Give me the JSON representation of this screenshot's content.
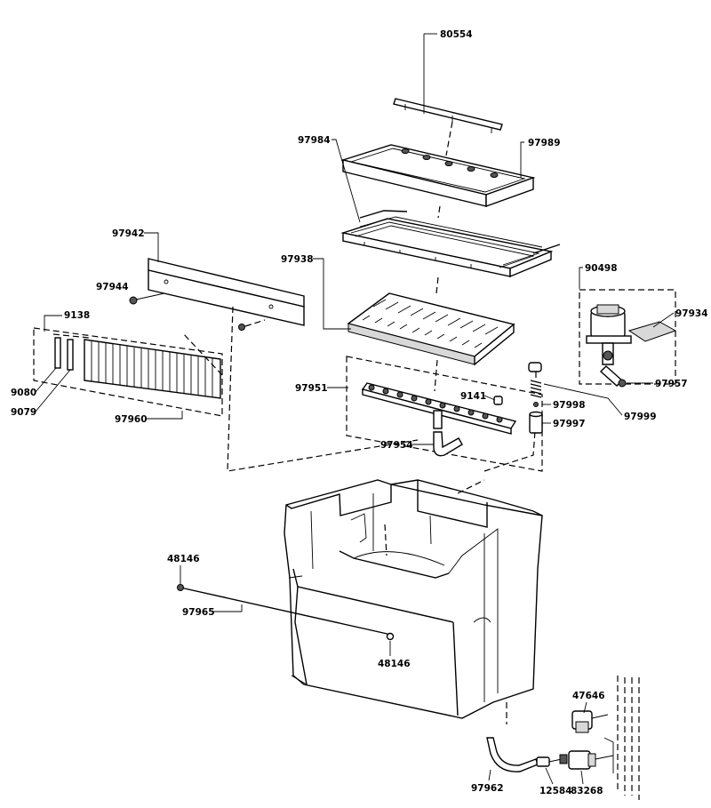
{
  "part_numbers": {
    "p80554": "80554",
    "p97984": "97984",
    "p97989": "97989",
    "p97942": "97942",
    "p97938": "97938",
    "p90498": "90498",
    "p97944": "97944",
    "p97934": "97934",
    "p9138": "9138",
    "p97957": "97957",
    "p97951": "97951",
    "p9141": "9141",
    "p97998": "97998",
    "p9080": "9080",
    "p97999": "97999",
    "p97997": "97997",
    "p9079": "9079",
    "p97960": "97960",
    "p97954": "97954",
    "p48146_top": "48146",
    "p97965": "97965",
    "p48146_bottom": "48146",
    "p47646": "47646",
    "p97962": "97962",
    "p12584": "12584",
    "p83268": "83268"
  }
}
